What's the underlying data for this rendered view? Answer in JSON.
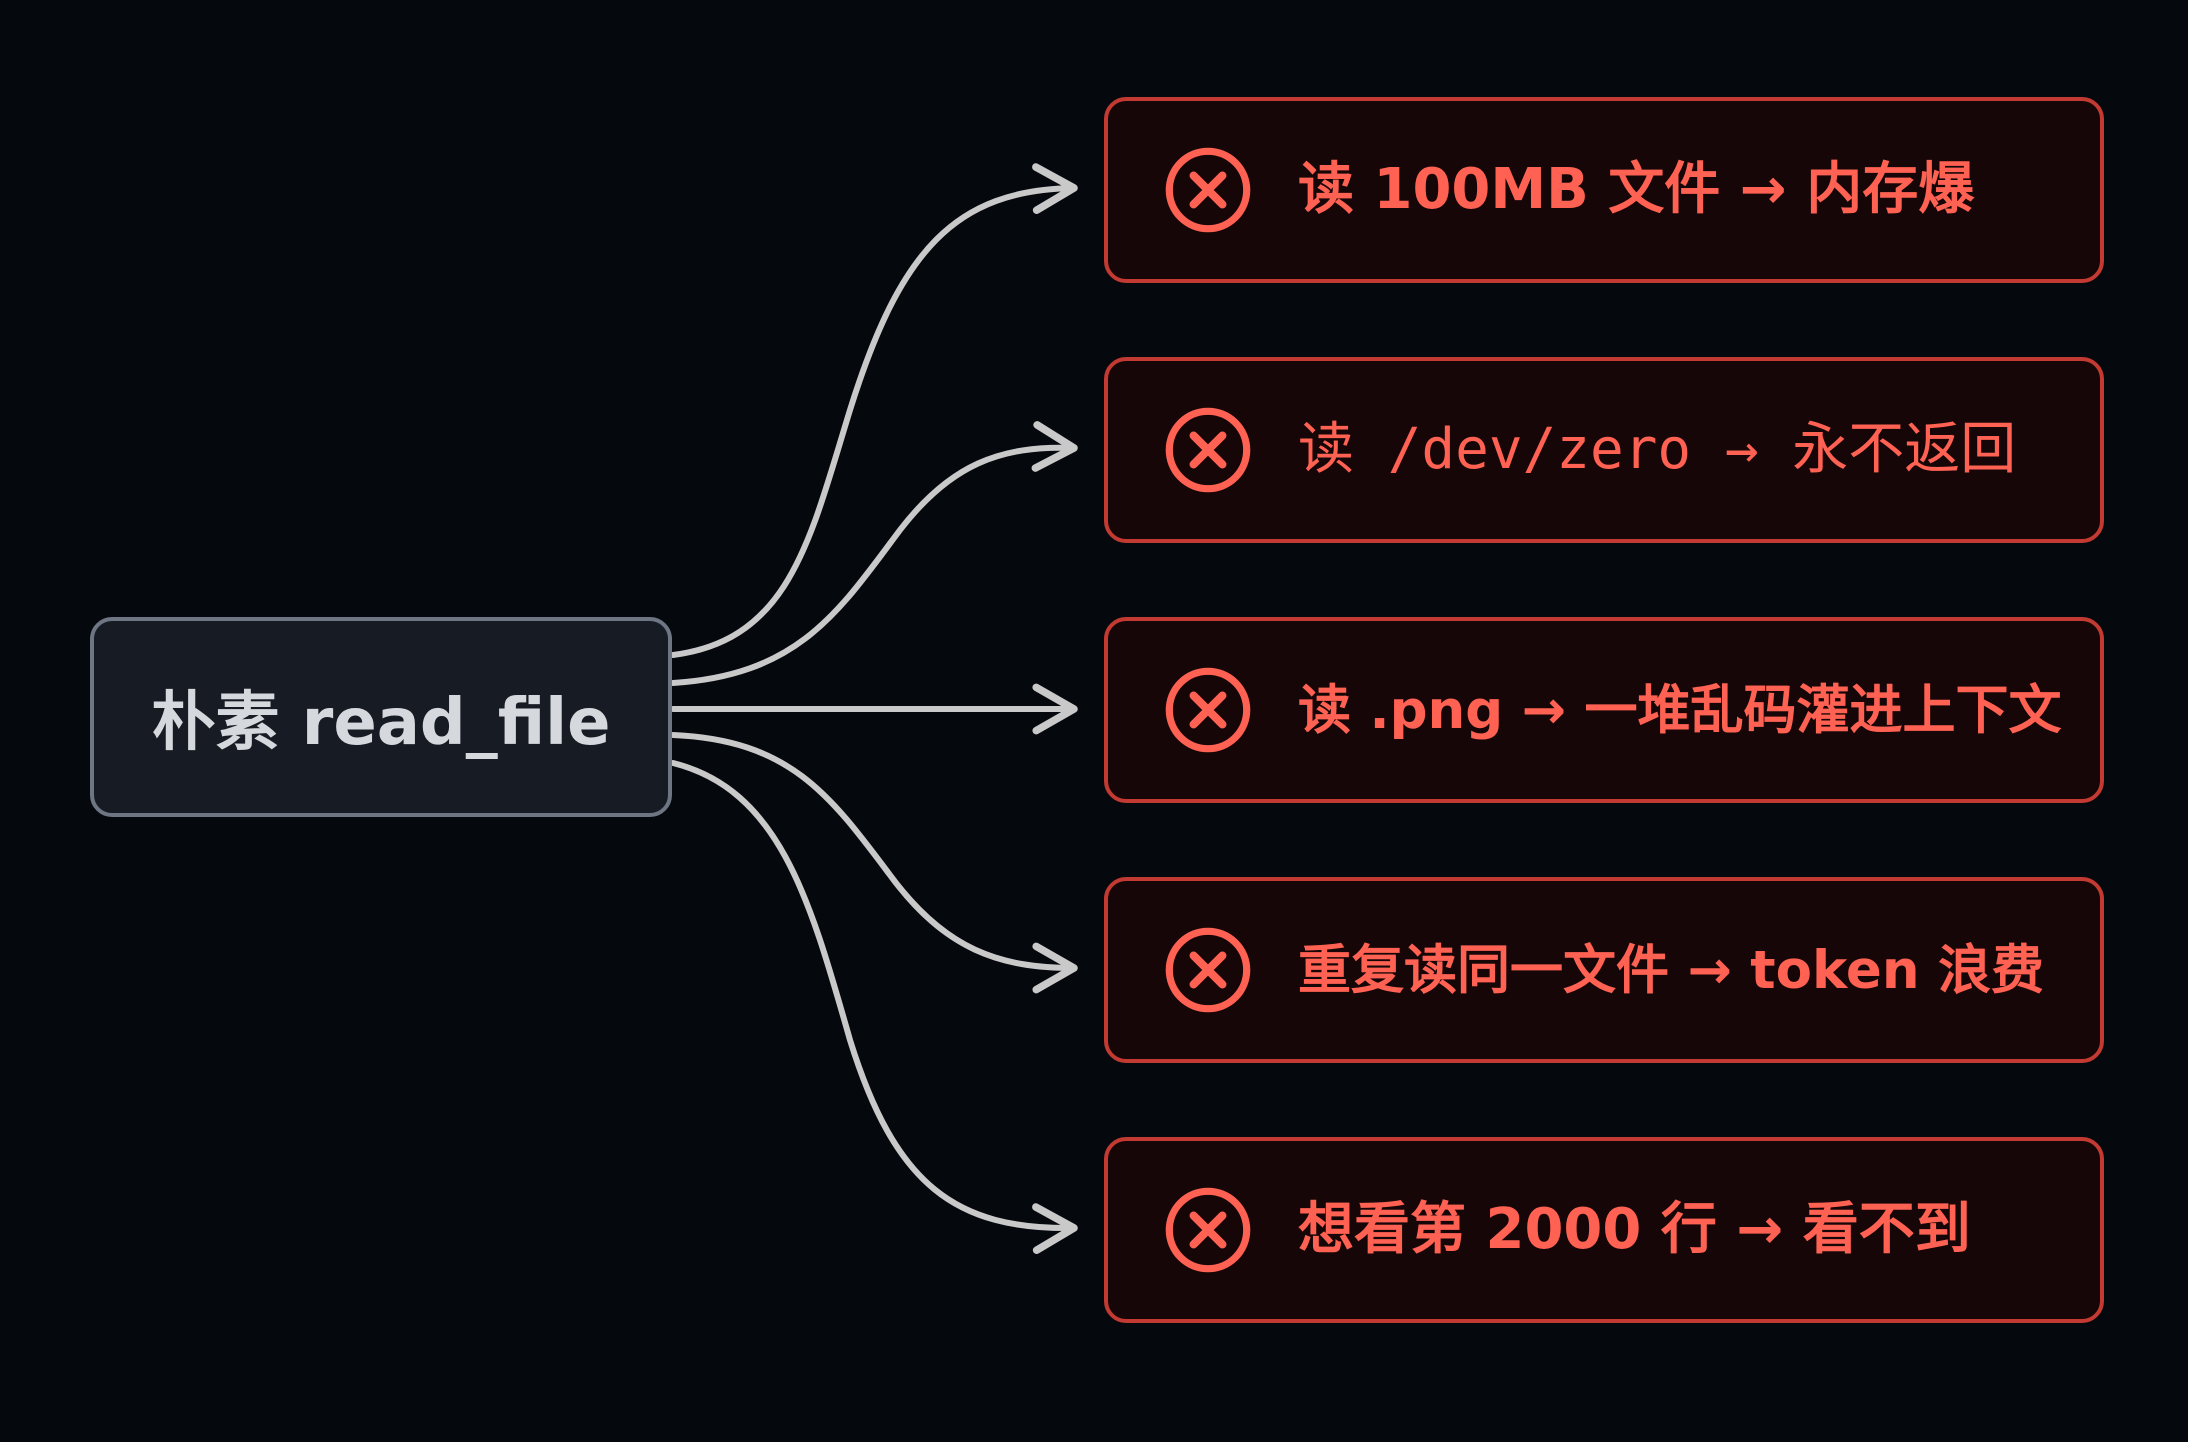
{
  "diagram": {
    "source": {
      "label": "朴素 read_file"
    },
    "items": [
      {
        "label": "读 100MB 文件 → 内存爆",
        "icon": "error-circle-x-icon"
      },
      {
        "label": "读 /dev/zero → 永不返回",
        "icon": "error-circle-x-icon"
      },
      {
        "label": "读 .png → 一堆乱码灌进上下文",
        "icon": "error-circle-x-icon"
      },
      {
        "label": "重复读同一文件 → token 浪费",
        "icon": "error-circle-x-icon"
      },
      {
        "label": "想看第 2000 行 → 看不到",
        "icon": "error-circle-x-icon"
      }
    ],
    "colors": {
      "background": "#05080d",
      "source_border": "#6e7683",
      "source_fill": "#171c24",
      "source_text": "#d5d9de",
      "connector": "#c9c9c9",
      "error_border": "#c23a31",
      "error_fill": "#170607",
      "error_text": "#ff6153"
    }
  }
}
